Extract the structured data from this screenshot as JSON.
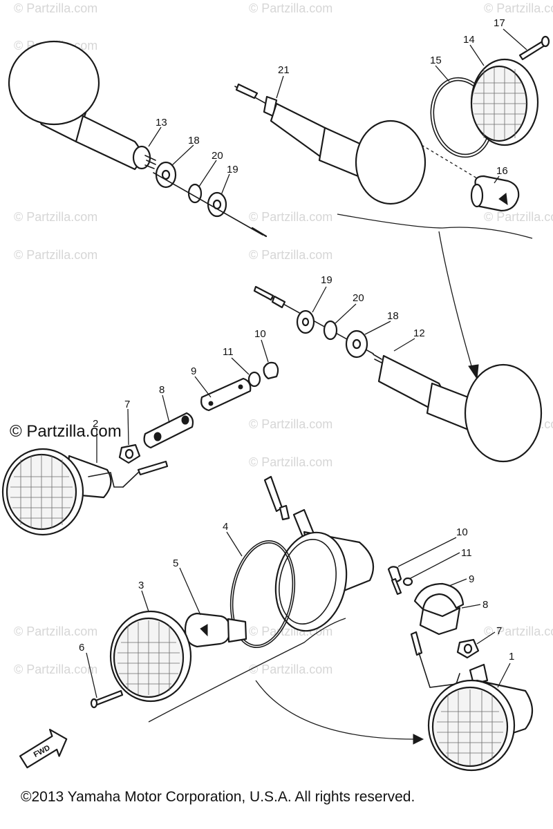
{
  "watermarks": {
    "faint": "© Partzilla.com",
    "strong": "© Partzilla.com"
  },
  "callouts": {
    "c13": "13",
    "c18a": "18",
    "c20a": "20",
    "c19a": "19",
    "c21": "21",
    "c15": "15",
    "c14": "14",
    "c17": "17",
    "c16": "16",
    "c19b": "19",
    "c20b": "20",
    "c18b": "18",
    "c12": "12",
    "c10a": "10",
    "c11a": "11",
    "c9a": "9",
    "c8a": "8",
    "c7a": "7",
    "c2": "2",
    "c4": "4",
    "c5": "5",
    "c3": "3",
    "c6": "6",
    "c10b": "10",
    "c11b": "11",
    "c9b": "9",
    "c8b": "8",
    "c7b": "7",
    "c1": "1"
  },
  "fwd_label": "FWD",
  "copyright": "©2013  Yamaha Motor Corporation, U.S.A. All rights reserved.",
  "colors": {
    "ink": "#1a1a1a",
    "watermark": "#d6d6d6",
    "background": "#ffffff"
  }
}
